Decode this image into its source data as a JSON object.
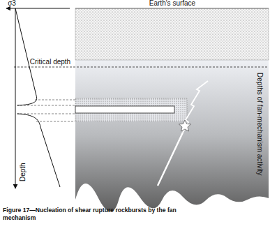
{
  "diagram": {
    "caption": "Figure 17—Nucleation of shear rupture rockbursts by the fan mechanism",
    "labels": [
      "σ3",
      "Earth's surface",
      "Critical depth",
      "Depth",
      "Depths of fan-mechanism activity"
    ]
  }
}
